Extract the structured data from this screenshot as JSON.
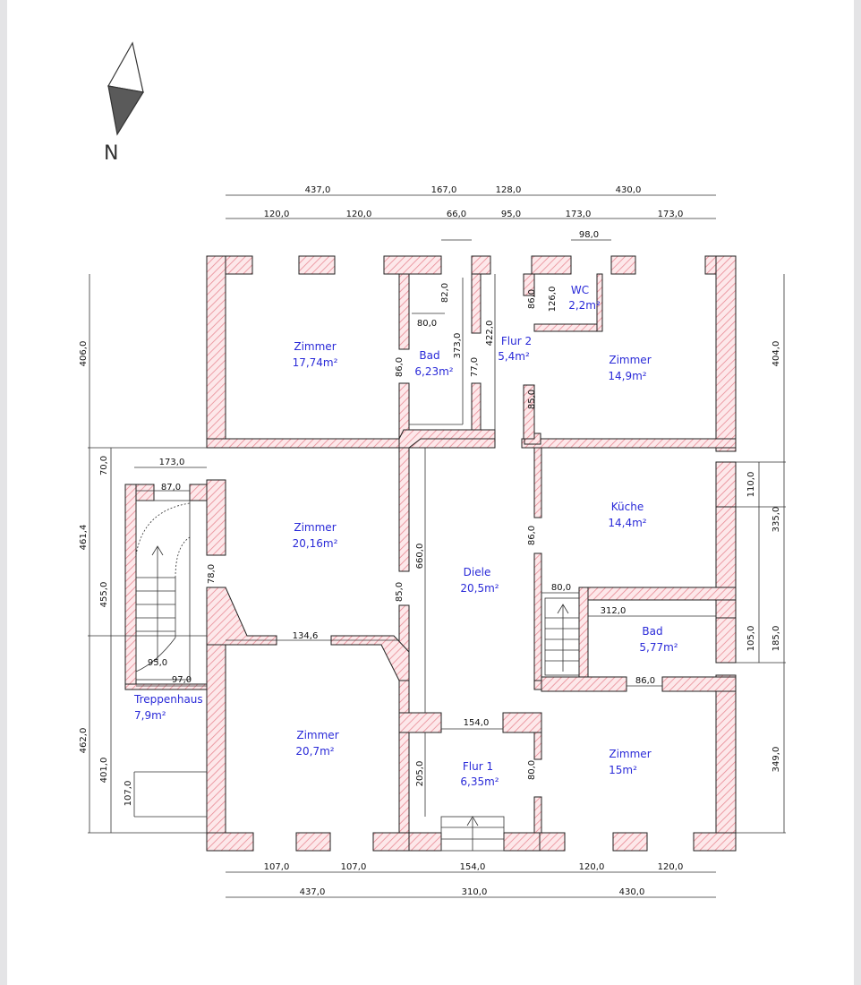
{
  "north": {
    "label": "N"
  },
  "rooms": [
    {
      "id": "zimmer-nw",
      "name": "Zimmer",
      "area": "17,74m²"
    },
    {
      "id": "bad-west",
      "name": "Bad",
      "area": "6,23m²"
    },
    {
      "id": "flur2",
      "name": "Flur 2",
      "area": "5,4m²"
    },
    {
      "id": "wc",
      "name": "WC",
      "area": "2,2m²"
    },
    {
      "id": "zimmer-ne",
      "name": "Zimmer",
      "area": "14,9m²"
    },
    {
      "id": "zimmer-w",
      "name": "Zimmer",
      "area": "20,16m²"
    },
    {
      "id": "diele",
      "name": "Diele",
      "area": "20,5m²"
    },
    {
      "id": "kueche",
      "name": "Küche",
      "area": "14,4m²"
    },
    {
      "id": "bad-east",
      "name": "Bad",
      "area": "5,77m²"
    },
    {
      "id": "treppenhaus",
      "name": "Treppenhaus",
      "area": "7,9m²"
    },
    {
      "id": "zimmer-sw",
      "name": "Zimmer",
      "area": "20,7m²"
    },
    {
      "id": "flur1",
      "name": "Flur 1",
      "area": "6,35m²"
    },
    {
      "id": "zimmer-se",
      "name": "Zimmer",
      "area": "15m²"
    }
  ],
  "dimensions": {
    "top": [
      "437,0",
      "167,0",
      "128,0",
      "430,0",
      "120,0",
      "120,0",
      "66,0",
      "95,0",
      "173,0",
      "173,0",
      "98,0"
    ],
    "bottom": [
      "107,0",
      "107,0",
      "154,0",
      "120,0",
      "120,0",
      "437,0",
      "310,0",
      "430,0"
    ],
    "left": [
      "406,0",
      "461,4",
      "462,0",
      "70,0",
      "455,0",
      "401,0",
      "107,0"
    ],
    "right": [
      "404,0",
      "335,0",
      "185,0",
      "349,0",
      "110,0",
      "105,0"
    ],
    "interior": [
      "82,0",
      "80,0",
      "373,0",
      "77,0",
      "422,0",
      "86,0",
      "86,0",
      "126,0",
      "85,0",
      "173,0",
      "87,0",
      "78,0",
      "660,0",
      "85,0",
      "134,6",
      "95,0",
      "97,0",
      "86,0",
      "80,0",
      "312,0",
      "86,0",
      "154,0",
      "205,0",
      "80,0"
    ]
  }
}
